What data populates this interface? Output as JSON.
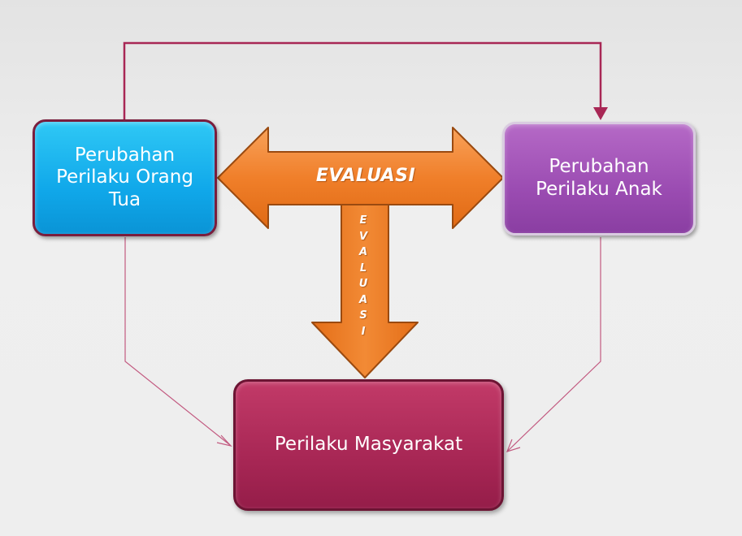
{
  "nodes": {
    "parents": "Perubahan\nPerilaku Orang\nTua",
    "child": "Perubahan\nPerilaku Anak",
    "society": "Perilaku Masyarakat"
  },
  "arrows": {
    "evaluation_horizontal": "EVALUASI",
    "evaluation_vertical": [
      "E",
      "V",
      "A",
      "L",
      "U",
      "A",
      "S",
      "I"
    ]
  },
  "colors": {
    "parents_box": "#13aaeb",
    "child_box": "#9f50b6",
    "society_box": "#a82755",
    "evaluation_arrow": "#f07f2a",
    "connector": "#a82755"
  }
}
